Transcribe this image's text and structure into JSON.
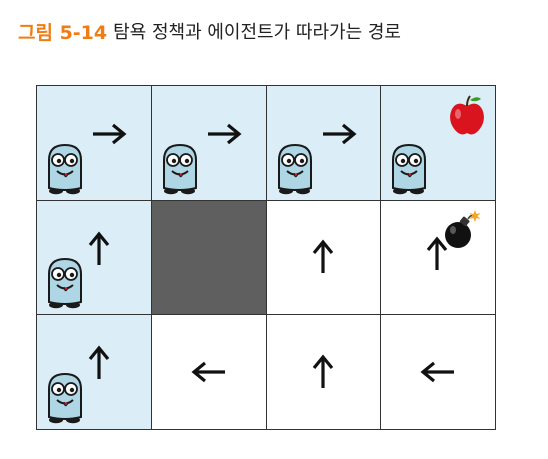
{
  "caption": {
    "figure_label": "그림 5-14",
    "title": "탐욕 정책과 에이전트가 따라가는 경로"
  },
  "colors": {
    "label": "#f07c14",
    "visited_cell": "#dbedf6",
    "wall_cell": "#5f5f5f",
    "agent_body": "#aed6e4",
    "apple": "#d9141e",
    "bomb": "#111111"
  },
  "grid": {
    "rows": 3,
    "cols": 4,
    "cells": [
      [
        {
          "visited": true,
          "agent": true,
          "arrow": "right",
          "item": null
        },
        {
          "visited": true,
          "agent": true,
          "arrow": "right",
          "item": null
        },
        {
          "visited": true,
          "agent": true,
          "arrow": "right",
          "item": null
        },
        {
          "visited": true,
          "agent": true,
          "arrow": null,
          "item": "apple-icon"
        }
      ],
      [
        {
          "visited": true,
          "agent": true,
          "arrow": "up",
          "item": null
        },
        {
          "wall": true
        },
        {
          "visited": false,
          "agent": false,
          "arrow": "up",
          "item": null
        },
        {
          "visited": false,
          "agent": false,
          "arrow": "up",
          "item": "bomb-icon"
        }
      ],
      [
        {
          "visited": true,
          "agent": true,
          "arrow": "up",
          "item": null
        },
        {
          "visited": false,
          "agent": false,
          "arrow": "left",
          "item": null
        },
        {
          "visited": false,
          "agent": false,
          "arrow": "up",
          "item": null
        },
        {
          "visited": false,
          "agent": false,
          "arrow": "left",
          "item": null
        }
      ]
    ]
  }
}
